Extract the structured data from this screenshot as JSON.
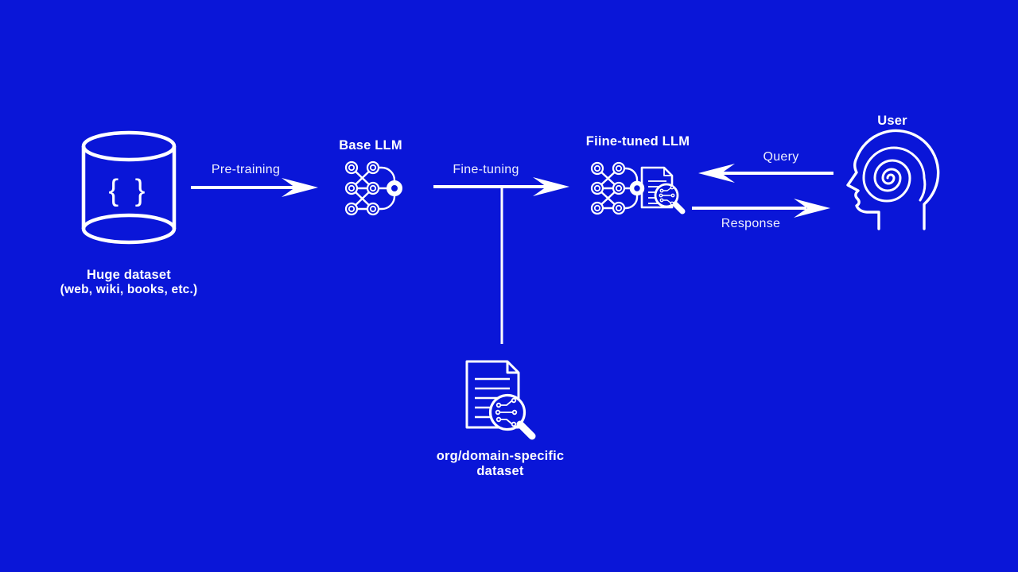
{
  "background": "#0a16d8",
  "ink": "#ffffff",
  "stages": {
    "huge_dataset": {
      "label_line1": "Huge dataset",
      "label_line2": "(web, wiki, books, etc.)",
      "icon": "database-cylinder-icon",
      "glyph": "{ }"
    },
    "base_llm": {
      "label": "Base LLM",
      "icon": "neural-network-icon"
    },
    "finetuned_llm": {
      "label": "Fiine-tuned LLM",
      "icon": "neural-network-document-magnifier-icon"
    },
    "org_dataset": {
      "label_line1": "org/domain-specific",
      "label_line2": "dataset",
      "icon": "document-magnifier-icon"
    },
    "user": {
      "label": "User",
      "icon": "user-head-spiral-icon"
    }
  },
  "flows": {
    "pretraining": {
      "label": "Pre-training",
      "direction": "right"
    },
    "finetuning": {
      "label": "Fine-tuning",
      "direction": "right"
    },
    "query": {
      "label": "Query",
      "direction": "left"
    },
    "response": {
      "label": "Response",
      "direction": "right"
    }
  }
}
